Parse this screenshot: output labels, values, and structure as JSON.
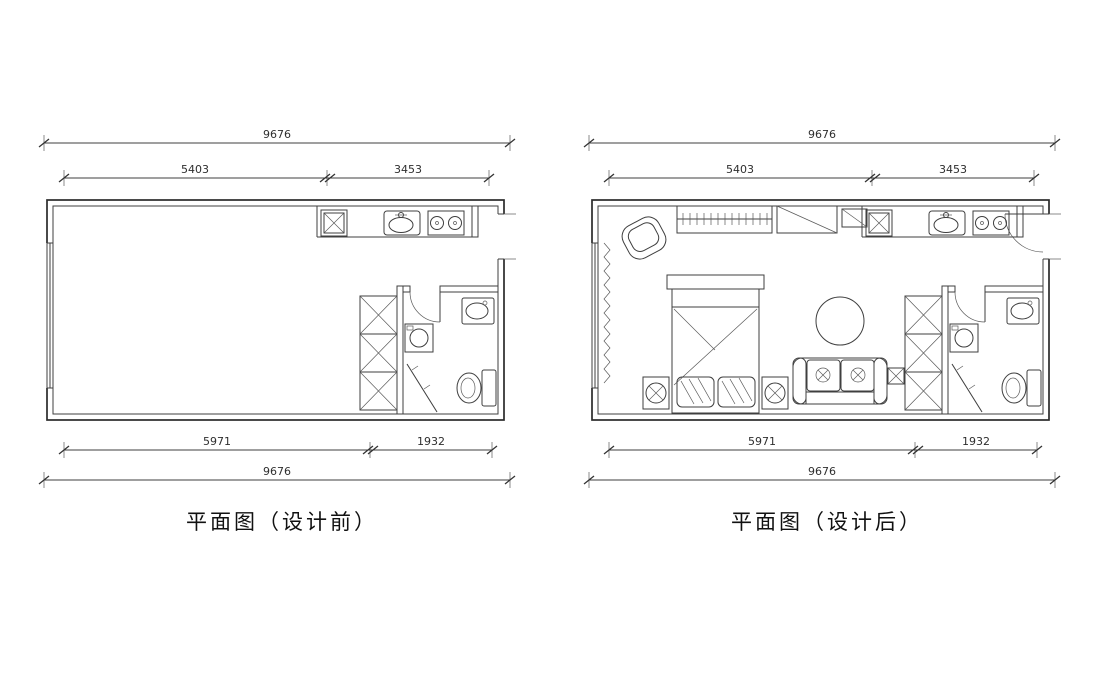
{
  "page": {
    "background": "#ffffff"
  },
  "colors": {
    "line": "#3f3f3f",
    "wall": "#2b2b2b",
    "text": "#2e2e2e"
  },
  "plans": {
    "before": {
      "caption": "平面图（设计前）",
      "dims": {
        "top_total": "9676",
        "top_left": "5403",
        "top_right": "3453",
        "bottom_left": "5971",
        "bottom_right": "1932",
        "bottom_total": "9676"
      }
    },
    "after": {
      "caption": "平面图（设计后）",
      "dims": {
        "top_total": "9676",
        "top_left": "5403",
        "top_right": "3453",
        "bottom_left": "5971",
        "bottom_right": "1932",
        "bottom_total": "9676"
      }
    }
  }
}
